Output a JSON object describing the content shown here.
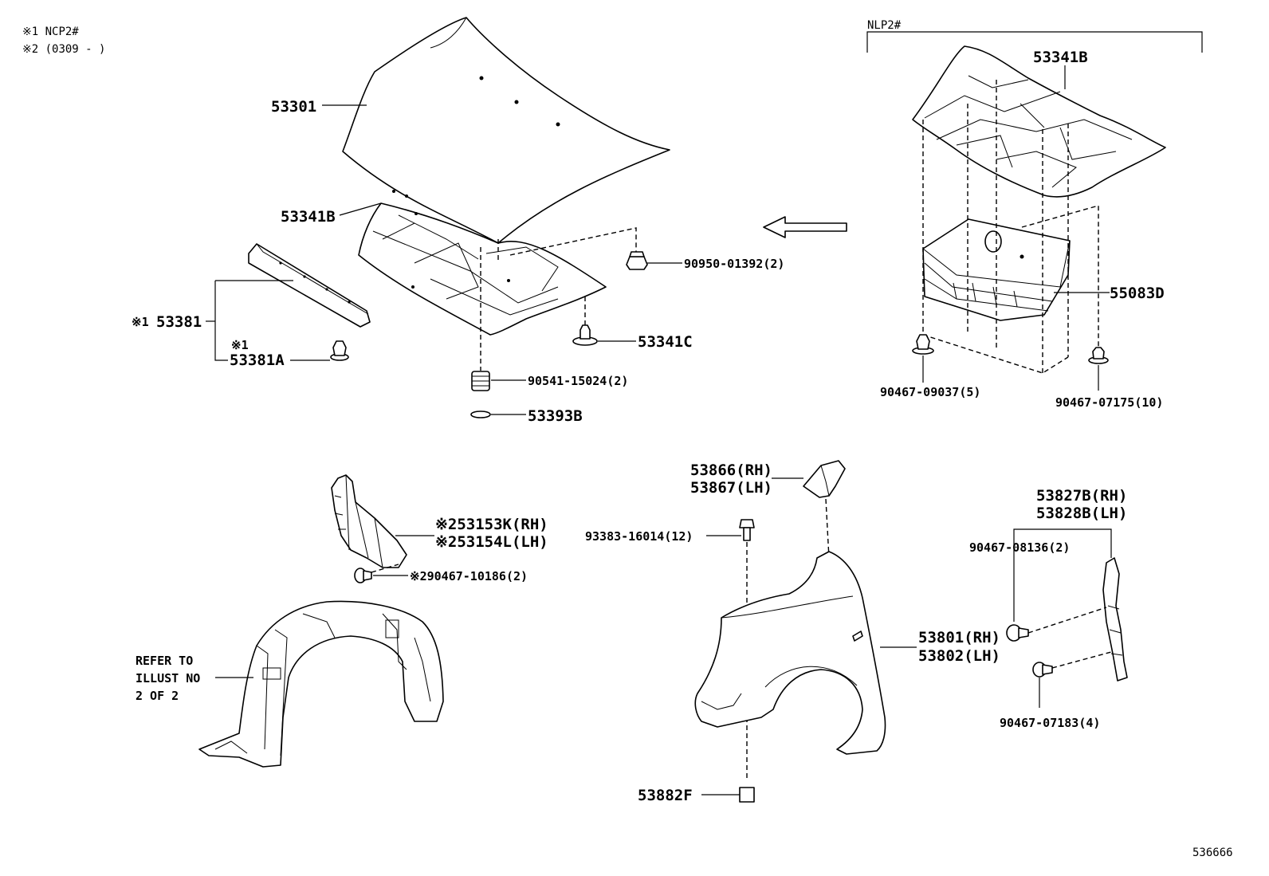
{
  "notes": {
    "note1": "※1 NCP2#",
    "note2": "※2 (0309 -    )"
  },
  "group_label": "NLP2#",
  "labels": {
    "hood": "53301",
    "hood_insulator": "53341B",
    "insulator_top": "53341B",
    "clip_53341c": "53341C",
    "nut_90950": "90950-01392(2)",
    "cushion_90541": "90541-15024(2)",
    "spacer_53393b": "53393B",
    "hood_lock_support_prefix": "※1",
    "hood_lock_support": "53381",
    "clip_53381a_prefix": "※1",
    "clip_53381a": "53381A",
    "cover_55083d": "55083D",
    "clip_90467_09037": "90467-09037(5)",
    "clip_90467_07175": "90467-07175(10)",
    "seal_53153k": "※253153K(RH)",
    "seal_53154l": "※253154L(LH)",
    "clip_90467_10186": "※290467-10186(2)",
    "refer_line1": "REFER TO",
    "refer_line2": "ILLUST NO",
    "refer_line3": "2 OF 2",
    "protector_53866": "53866(RH)",
    "protector_53867": "53867(LH)",
    "bolt_93383": "93383-16014(12)",
    "fender_53801": "53801(RH)",
    "fender_53802": "53802(LH)",
    "nut_53882f": "53882F",
    "seal_53827b": "53827B(RH)",
    "seal_53828b": "53828B(LH)",
    "clip_90467_08136": "90467-08136(2)",
    "clip_90467_07183": "90467-07183(4)"
  },
  "diagram_id": "536666"
}
